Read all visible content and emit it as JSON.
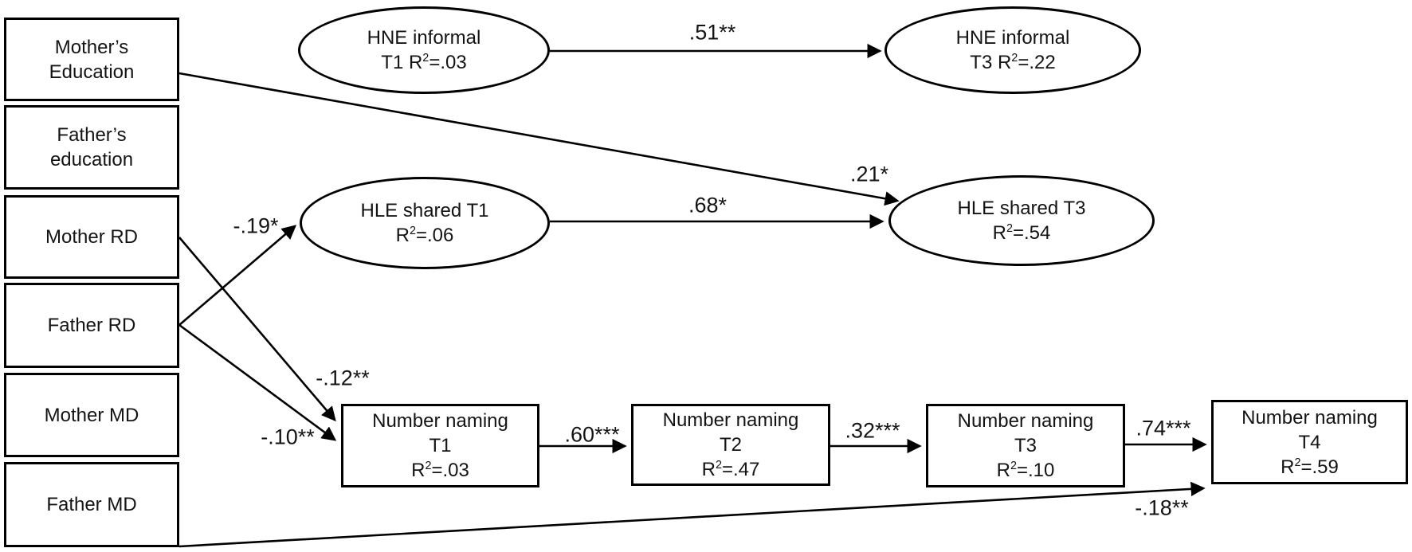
{
  "figure_type": "SEM path diagram",
  "colors": {
    "background": "#ffffff",
    "line_stroke": "#000000",
    "text": "#141414"
  },
  "nodes": {
    "mothers_education": {
      "line1": "Mother’s",
      "line2": "Education"
    },
    "fathers_education": {
      "line1": "Father’s",
      "line2": "education"
    },
    "mother_rd": {
      "line1": "Mother RD"
    },
    "father_rd": {
      "line1": "Father RD"
    },
    "mother_md": {
      "line1": "Mother MD"
    },
    "father_md": {
      "line1": "Father MD"
    },
    "hne_t1": {
      "line1": "HNE informal",
      "r_pre": "T1 R",
      "r_sup": "2",
      "r_val": "=.03"
    },
    "hne_t3": {
      "line1": "HNE informal",
      "r_pre": "T3 R",
      "r_sup": "2",
      "r_val": "=.22"
    },
    "hle_t1": {
      "line1": "HLE shared T1",
      "r_pre": "R",
      "r_sup": "2",
      "r_val": "=.06"
    },
    "hle_t3": {
      "line1": "HLE shared T3",
      "r_pre": "R",
      "r_sup": "2",
      "r_val": "=.54"
    },
    "nn_t1": {
      "line1": "Number naming",
      "line2": "T1",
      "r_pre": "R",
      "r_sup": "2",
      "r_val": "=.03"
    },
    "nn_t2": {
      "line1": "Number naming",
      "line2": "T2",
      "r_pre": "R",
      "r_sup": "2",
      "r_val": "=.47"
    },
    "nn_t3": {
      "line1": "Number naming",
      "line2": "T3",
      "r_pre": "R",
      "r_sup": "2",
      "r_val": "=.10"
    },
    "nn_t4": {
      "line1": "Number naming",
      "line2": "T4",
      "r_pre": "R",
      "r_sup": "2",
      "r_val": "=.59"
    }
  },
  "coefficients": {
    "hne_t1_to_t3": ".51**",
    "hle_t1_to_t3": ".68*",
    "mothers_education_to_hle_t3": ".21*",
    "father_rd_to_hle_t1": "-.19*",
    "mother_rd_to_nn_t1": "-.12**",
    "father_rd_to_nn_t1": "-.10**",
    "nn_t1_to_t2": ".60***",
    "nn_t2_to_t3": ".32***",
    "nn_t3_to_t4": ".74***",
    "father_md_to_nn_t4": "-.18**"
  }
}
